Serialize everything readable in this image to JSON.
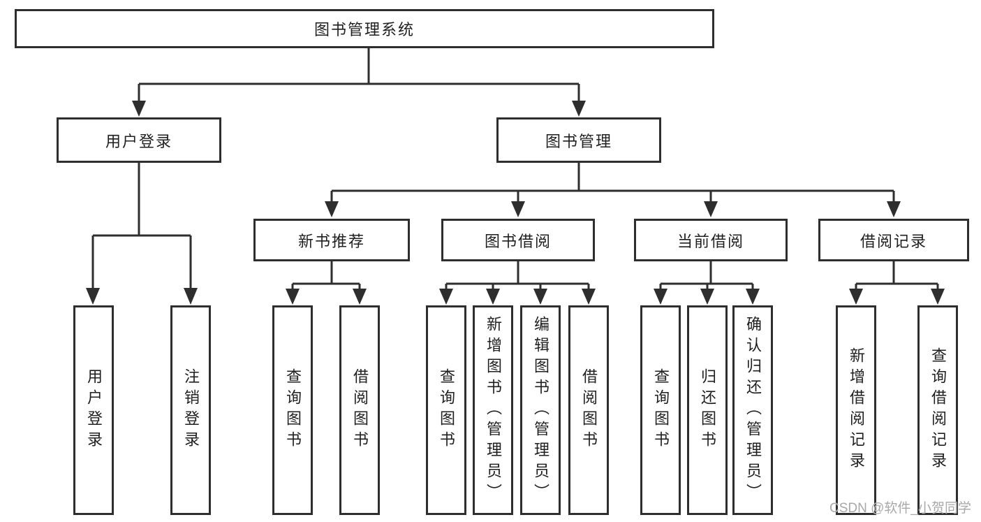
{
  "diagram": {
    "root": {
      "label": "图书管理系统"
    },
    "branches": [
      {
        "label": "用户登录",
        "children": [
          {
            "label": "用户登录"
          },
          {
            "label": "注销登录"
          }
        ]
      },
      {
        "label": "图书管理",
        "children": [
          {
            "label": "新书推荐",
            "children": [
              {
                "label": "查询图书"
              },
              {
                "label": "借阅图书"
              }
            ]
          },
          {
            "label": "图书借阅",
            "children": [
              {
                "label": "查询图书"
              },
              {
                "label": "新增图书（管理员）"
              },
              {
                "label": "编辑图书（管理员）"
              },
              {
                "label": "借阅图书"
              }
            ]
          },
          {
            "label": "当前借阅",
            "children": [
              {
                "label": "查询图书"
              },
              {
                "label": "归还图书"
              },
              {
                "label": "确认归还（管理员）"
              }
            ]
          },
          {
            "label": "借阅记录",
            "children": [
              {
                "label": "新增借阅记录"
              },
              {
                "label": "查询借阅记录"
              }
            ]
          }
        ]
      }
    ]
  },
  "watermark": "CSDN @软件_小贺同学",
  "colors": {
    "line": "#2e2e2e",
    "text": "#1f1f1f",
    "box_background": "#ffffff",
    "watermark": "#a8a8a8",
    "page_background": "#ffffff"
  }
}
